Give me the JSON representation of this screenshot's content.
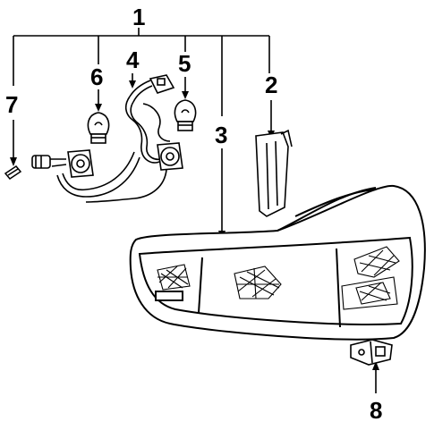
{
  "callouts": {
    "c1": "1",
    "c2": "2",
    "c3": "3",
    "c4": "4",
    "c5": "5",
    "c6": "6",
    "c7": "7",
    "c8": "8"
  },
  "colors": {
    "ink": "#000000",
    "paper": "#ffffff"
  },
  "parts": [
    "bulb-socket",
    "bulb",
    "wiring-harness",
    "connector",
    "tail-lamp-assembly",
    "side-marker-lens",
    "mounting-bracket"
  ]
}
